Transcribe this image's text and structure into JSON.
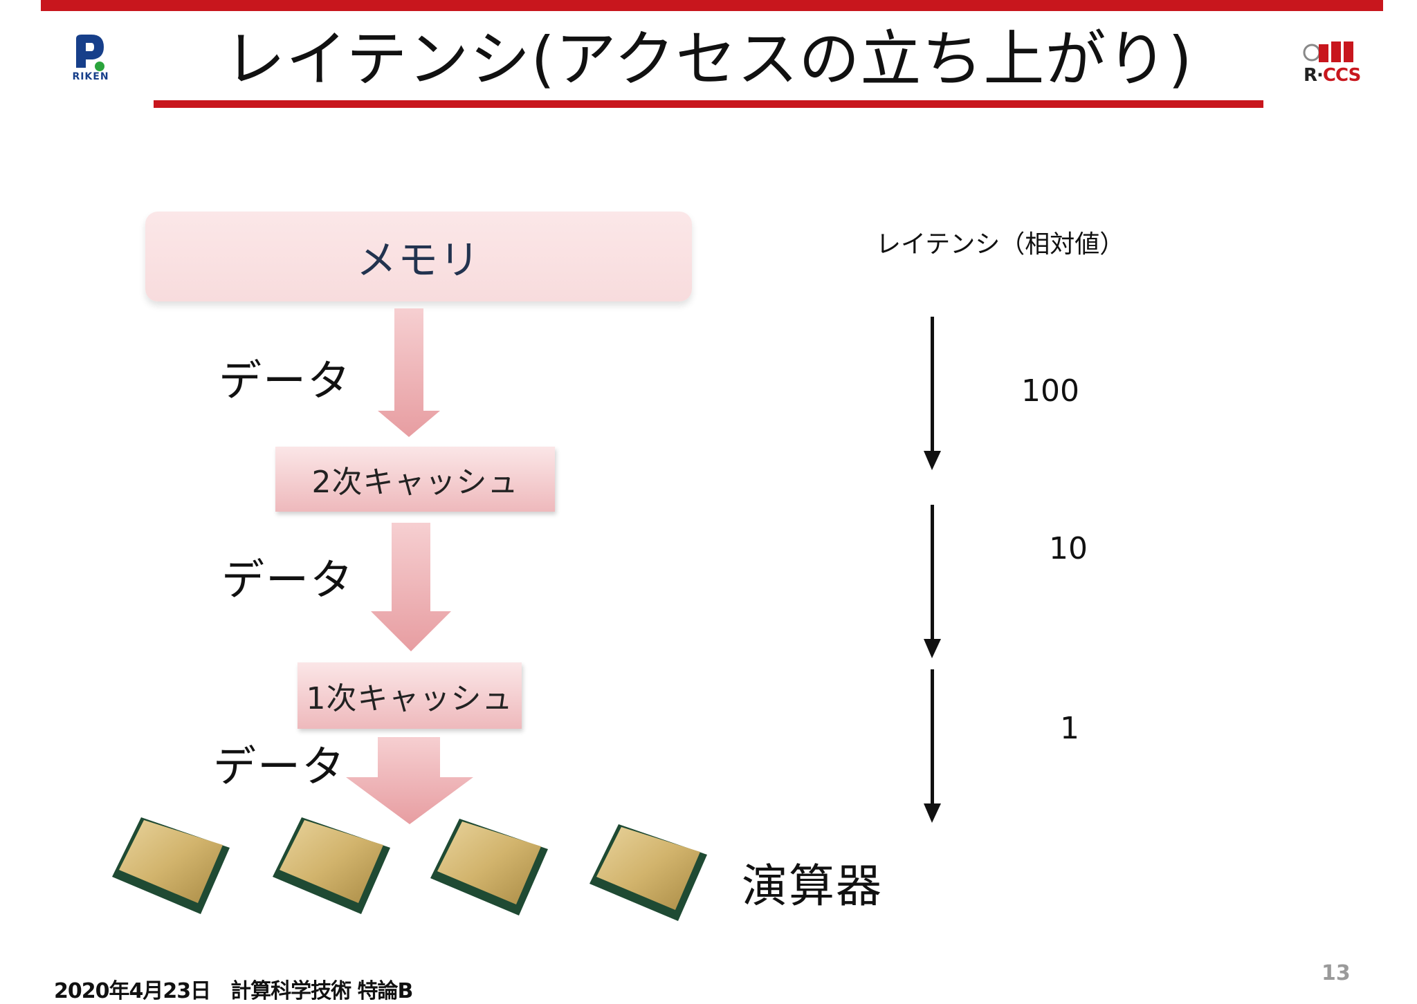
{
  "header": {
    "title": "レイテンシ(アクセスの立ち上がり)",
    "riken_logo_text": "RIKEN",
    "rccs_logo": {
      "r": "R",
      "cs": "CCS"
    }
  },
  "diagram": {
    "memory_label": "メモリ",
    "cache2_label": "2次キャッシュ",
    "cache1_label": "1次キャッシュ",
    "data_labels": [
      "データ",
      "データ",
      "データ"
    ],
    "unit_label": "演算器",
    "chip_count": 4
  },
  "latency": {
    "header": "レイテンシ（相対値）",
    "values": [
      "100",
      "10",
      "1"
    ]
  },
  "footer": {
    "date_course": "2020年4月23日　計算科学技術 特論B",
    "page_number": "13"
  },
  "colors": {
    "accent_red": "#c8161d",
    "arrow_pink": "#e8a3a6",
    "box_pink": "#fbe6e7"
  }
}
